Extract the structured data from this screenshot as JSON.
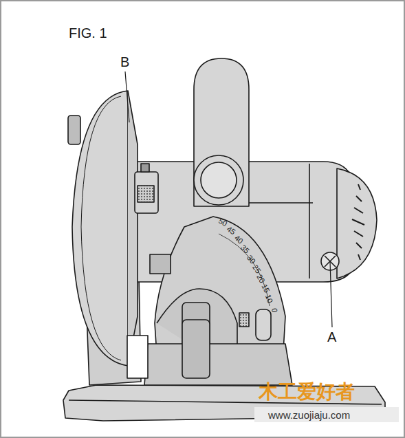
{
  "diagram": {
    "title": "FIG. 1",
    "labels": [
      "B",
      "A",
      "50",
      "45",
      "40",
      "35",
      "30",
      "25",
      "20",
      "15",
      "10",
      "0",
      "木工爱好者",
      "www.zuojiaju.com"
    ]
  }
}
